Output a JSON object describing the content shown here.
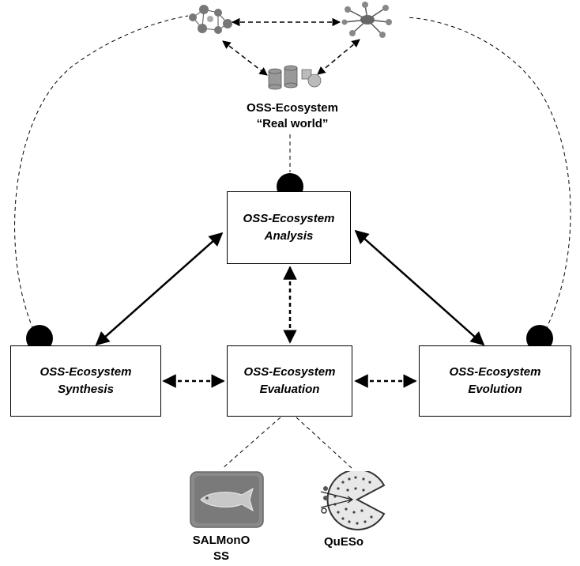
{
  "real_world": {
    "title_line1": "OSS-Ecosystem",
    "title_line2": "“Real world”"
  },
  "boxes": {
    "analysis": {
      "line1": "OSS-Ecosystem",
      "line2": "Analysis"
    },
    "synthesis": {
      "line1": "OSS-Ecosystem",
      "line2": "Synthesis"
    },
    "evaluation": {
      "line1": "OSS-Ecosystem",
      "line2": "Evaluation"
    },
    "evolution": {
      "line1": "OSS-Ecosystem",
      "line2": "Evolution"
    }
  },
  "tools": {
    "salmonoss": {
      "label_line1": "SALMonO",
      "label_line2": "SS"
    },
    "queso": {
      "label": "QuESo"
    }
  },
  "colors": {
    "line": "#000000",
    "node_fill": "#000000",
    "box_border": "#000000",
    "icon_gray": "#8a8a8a",
    "icon_dark": "#5a5a5a"
  },
  "icons": [
    "network-cluster-icon",
    "hub-network-icon",
    "database-icon",
    "salmon-fish-icon",
    "queso-pacman-icon"
  ]
}
